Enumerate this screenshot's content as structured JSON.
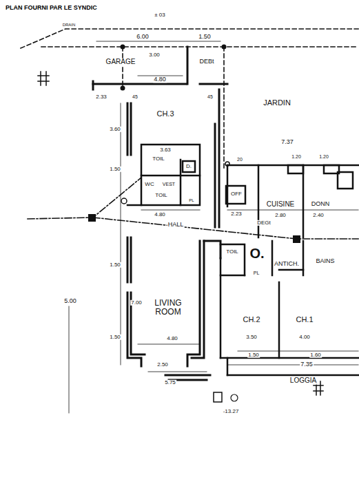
{
  "diagram": {
    "title": "PLAN FOURNI PAR LE SYNDIC",
    "labels": [
      "± 03",
      "DRAIN",
      "6.00",
      "1.50",
      "GARAGE",
      "3.00",
      "DEBt",
      "4.80",
      "2.33",
      "45",
      "45",
      "JARDIN",
      "CH.3",
      "3.60",
      "1.50",
      "3.63",
      "TOIL",
      "D.",
      "WC",
      "VEST",
      "TOIL",
      "PL",
      "7.37",
      "1.20",
      "1.20",
      "OFF",
      "CUISINE",
      "DONN",
      "2.23",
      "2.80",
      "2.40",
      "4.80",
      "HALL",
      "DEGt",
      "TOIL",
      "O.",
      "ANTICH.",
      "BAINS",
      "PL",
      "1.50",
      "5.00",
      "7.00",
      "LIVING ROOM",
      "4.80",
      "CH.2",
      "CH.1",
      "3.50",
      "4.00",
      "1.50",
      "1.50",
      "1.60",
      "7.35",
      "LOGGIA",
      "2.50",
      "5.75",
      "-13.27",
      "20"
    ]
  }
}
